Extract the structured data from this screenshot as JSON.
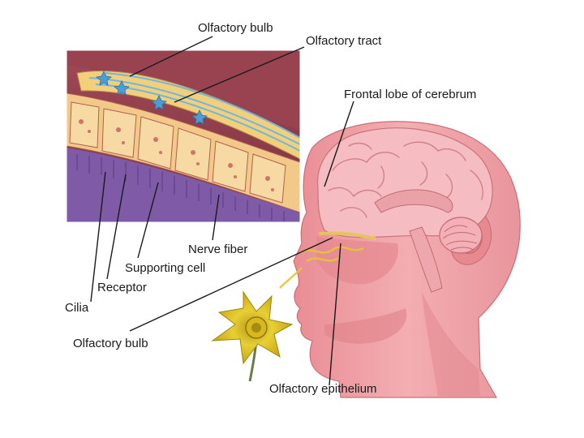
{
  "labels": {
    "olfactory_bulb_top": "Olfactory bulb",
    "olfactory_tract": "Olfactory tract",
    "frontal_lobe": "Frontal lobe of cerebrum",
    "nerve_fiber": "Nerve fiber",
    "supporting_cell": "Supporting cell",
    "receptor": "Receptor",
    "cilia": "Cilia",
    "olfactory_bulb_bottom": "Olfactory bulb",
    "olfactory_epithelium": "Olfactory epithelium"
  },
  "colors": {
    "skin": "#f0a2a6",
    "skin_dark": "#d9777f",
    "brain": "#f4b9bf",
    "inset_bg": "#8e3f4a",
    "cell_fill": "#f6d79e",
    "cilia_band": "#7f5aa6",
    "nerve_blue": "#6fb7e0",
    "flower_yellow": "#e7cc2e"
  }
}
